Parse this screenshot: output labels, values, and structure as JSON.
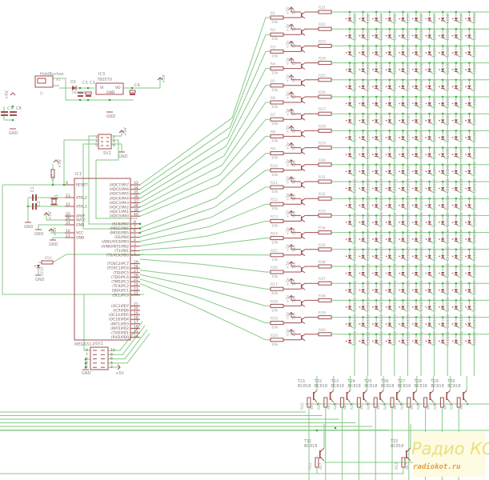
{
  "schematic": {
    "title": "LED matrix driver schematic (MEGA32-P)",
    "colors": {
      "wire": "#86c986",
      "part": "#a05050",
      "junction": "#3aa83a",
      "label": "#888888"
    },
    "power": {
      "jack": {
        "ref": "HohlBuchse",
        "label": "X1",
        "sub": "J1"
      },
      "diode": {
        "ref": "D1",
        "value": "1N4004"
      },
      "caps": [
        {
          "ref": "C2"
        },
        {
          "ref": "C3"
        },
        {
          "ref": "C4"
        }
      ],
      "regulator": {
        "ref": "IC3",
        "value": "7805TV",
        "pins": {
          "in": "VI",
          "out": "VO",
          "gnd": "GND"
        }
      },
      "supply_label": "+5V",
      "gnd_label": "GND",
      "decoupling": [
        {
          "ref": "C7"
        },
        {
          "ref": "C8"
        }
      ]
    },
    "mcu": {
      "ref": "IC1",
      "value": "MEGA32-P",
      "left_pins": [
        {
          "num": "9",
          "name": "RESET"
        },
        {
          "num": "13",
          "name": "XTAL2"
        },
        {
          "num": "12",
          "name": "XTAL1"
        },
        {
          "num": "32",
          "name": "AREF"
        },
        {
          "num": "30",
          "name": "AVCC"
        },
        {
          "num": "31",
          "name": "GND"
        },
        {
          "num": "10",
          "name": "VCC"
        },
        {
          "num": "11",
          "name": "GND"
        }
      ],
      "right_pins": [
        {
          "num": "33",
          "name": "(ADC7)PA7"
        },
        {
          "num": "34",
          "name": "(ADC6)PA6"
        },
        {
          "num": "35",
          "name": "(ADC5)PA5"
        },
        {
          "num": "36",
          "name": "(ADC4)PA4"
        },
        {
          "num": "37",
          "name": "(ADC3)PA3"
        },
        {
          "num": "38",
          "name": "(ADC2)PA2"
        },
        {
          "num": "39",
          "name": "(ADC1)PA1"
        },
        {
          "num": "40",
          "name": "(ADC0)PA0"
        },
        {
          "num": "8",
          "name": "(SCK)PB7"
        },
        {
          "num": "7",
          "name": "(MISO)PB6"
        },
        {
          "num": "6",
          "name": "(MOSI)PB5"
        },
        {
          "num": "5",
          "name": "(SS)PB4"
        },
        {
          "num": "4",
          "name": "(AIN1/OC0)PB3"
        },
        {
          "num": "3",
          "name": "(AIN0/INT2)PB2"
        },
        {
          "num": "2",
          "name": "(T1)PB1"
        },
        {
          "num": "1",
          "name": "(T0/XCK)PB0"
        },
        {
          "num": "29",
          "name": "(TOSC2)PC7"
        },
        {
          "num": "28",
          "name": "(TOSC1)PC6"
        },
        {
          "num": "27",
          "name": "(TDI)PC5"
        },
        {
          "num": "26",
          "name": "(TDO)PC4"
        },
        {
          "num": "25",
          "name": "(TMS)PC3"
        },
        {
          "num": "24",
          "name": "(TCK)PC2"
        },
        {
          "num": "23",
          "name": "(SDA)PC1"
        },
        {
          "num": "22",
          "name": "(SCL)PC0"
        },
        {
          "num": "21",
          "name": "(OC2)PD7"
        },
        {
          "num": "20",
          "name": "(ICP)PD6"
        },
        {
          "num": "19",
          "name": "(OC1A)PD5"
        },
        {
          "num": "18",
          "name": "(OC1B)PD4"
        },
        {
          "num": "17",
          "name": "(INT1)PD3"
        },
        {
          "num": "16",
          "name": "(INT0)PD2"
        },
        {
          "num": "15",
          "name": "(TXD)PD1"
        },
        {
          "num": "14",
          "name": "(RXD)PD0"
        }
      ]
    },
    "crystal": {
      "ref": "Q1"
    },
    "crystal_caps": [
      {
        "ref": "C1"
      },
      {
        "ref": "C2"
      }
    ],
    "reset_resistor": {
      "ref": "R41",
      "label": "+5V"
    },
    "status_led": {
      "ref": "LED1",
      "resistor": "R54"
    },
    "connectors": [
      {
        "ref": "SV2",
        "pins": [
          "1",
          "2",
          "3",
          "4",
          "5",
          "6"
        ],
        "labels": {
          "top": "+5V",
          "bottom": "GND"
        }
      },
      {
        "ref": "SV1",
        "pins": [
          "10",
          "9",
          "8",
          "7",
          "6",
          "5",
          "4",
          "3",
          "2",
          "1"
        ],
        "labels": {
          "bottom": "GND",
          "right": "+5V"
        }
      }
    ],
    "row_drivers": {
      "base_resistor_value": "10k",
      "supply": "+5V",
      "rows": [
        {
          "r": "R1",
          "t": "T1",
          "rc": "R21"
        },
        {
          "r": "R2",
          "t": "T2",
          "rc": "R22"
        },
        {
          "r": "R3",
          "t": "T3",
          "rc": "R23"
        },
        {
          "r": "R4",
          "t": "T4",
          "rc": "R24"
        },
        {
          "r": "R5",
          "t": "T5",
          "rc": "R25"
        },
        {
          "r": "R6",
          "t": "T6",
          "rc": "R26"
        },
        {
          "r": "R7",
          "t": "T7",
          "rc": "R27"
        },
        {
          "r": "R8",
          "t": "T8",
          "rc": "R28"
        },
        {
          "r": "R9",
          "t": "T9",
          "rc": "R29"
        },
        {
          "r": "R10",
          "t": "T10",
          "rc": "R30"
        },
        {
          "r": "R11",
          "t": "T11",
          "rc": "R31"
        },
        {
          "r": "R12",
          "t": "T12",
          "rc": "R32"
        },
        {
          "r": "R13",
          "t": "T13",
          "rc": "R33"
        },
        {
          "r": "R14",
          "t": "T14",
          "rc": "R34"
        },
        {
          "r": "R15",
          "t": "T15",
          "rc": "R35"
        },
        {
          "r": "R16",
          "t": "T16",
          "rc": "R36"
        },
        {
          "r": "R17",
          "t": "T17",
          "rc": "R37"
        },
        {
          "r": "R18",
          "t": "T18",
          "rc": "R38"
        },
        {
          "r": "R19",
          "t": "T19",
          "rc": "R39"
        },
        {
          "r": "R20",
          "t": "T20",
          "rc": "R40"
        }
      ]
    },
    "led_matrix": {
      "rows": 20,
      "cols": 10,
      "ref_prefix": "LED"
    },
    "column_drivers": {
      "transistor_value": "BC818",
      "resistor_value": "4k7",
      "cols": [
        {
          "t": "T21",
          "r": "R42"
        },
        {
          "t": "T22",
          "r": "R43"
        },
        {
          "t": "T23",
          "r": "R44"
        },
        {
          "t": "T24",
          "r": "R45"
        },
        {
          "t": "T25",
          "r": "R46"
        },
        {
          "t": "T26",
          "r": "R47"
        },
        {
          "t": "T27",
          "r": "R48"
        },
        {
          "t": "T28",
          "r": "R49"
        },
        {
          "t": "T29",
          "r": "R50"
        },
        {
          "t": "T30",
          "r": "R51"
        }
      ]
    },
    "extra_drivers": [
      {
        "t": "T31",
        "value": "BC818",
        "r": "R52",
        "rv": "4k7"
      },
      {
        "t": "T32",
        "value": "BC818",
        "r": "R53",
        "rv": "4k7"
      }
    ]
  },
  "watermark": {
    "line1": "Радио КОТ",
    "line2": "radiokot.ru"
  }
}
